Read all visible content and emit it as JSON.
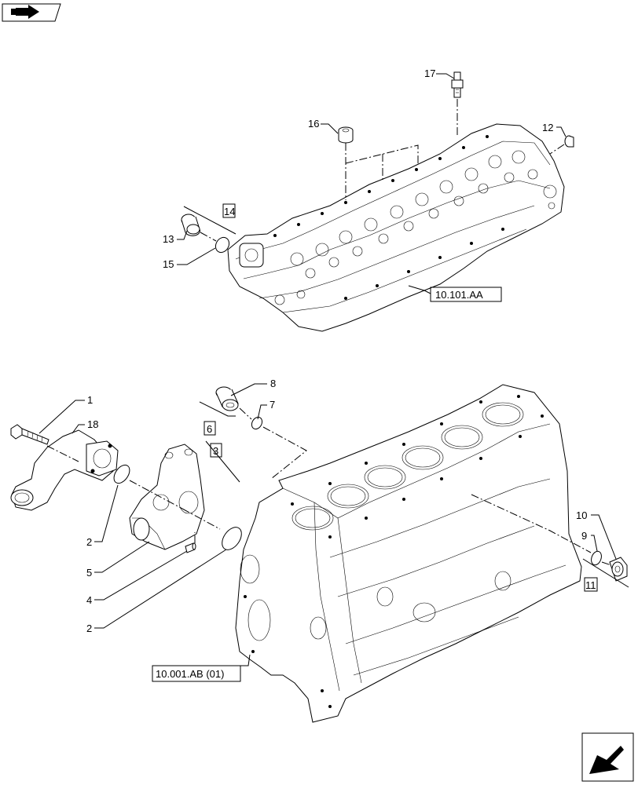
{
  "callouts": {
    "c1": "1",
    "c2a": "2",
    "c2b": "2",
    "c3": "3",
    "c4": "4",
    "c5": "5",
    "c6": "6",
    "c7": "7",
    "c8": "8",
    "c9": "9",
    "c10": "10",
    "c11": "11",
    "c12": "12",
    "c13": "13",
    "c14": "14",
    "c15": "15",
    "c16": "16",
    "c17": "17",
    "c18": "18"
  },
  "references": {
    "head_ref": "10.101.AA",
    "block_ref": "10.001.AB (01)"
  },
  "icons": {
    "top_left": "book-arrow-icon",
    "bottom_right": "next-page-arrow-icon"
  }
}
